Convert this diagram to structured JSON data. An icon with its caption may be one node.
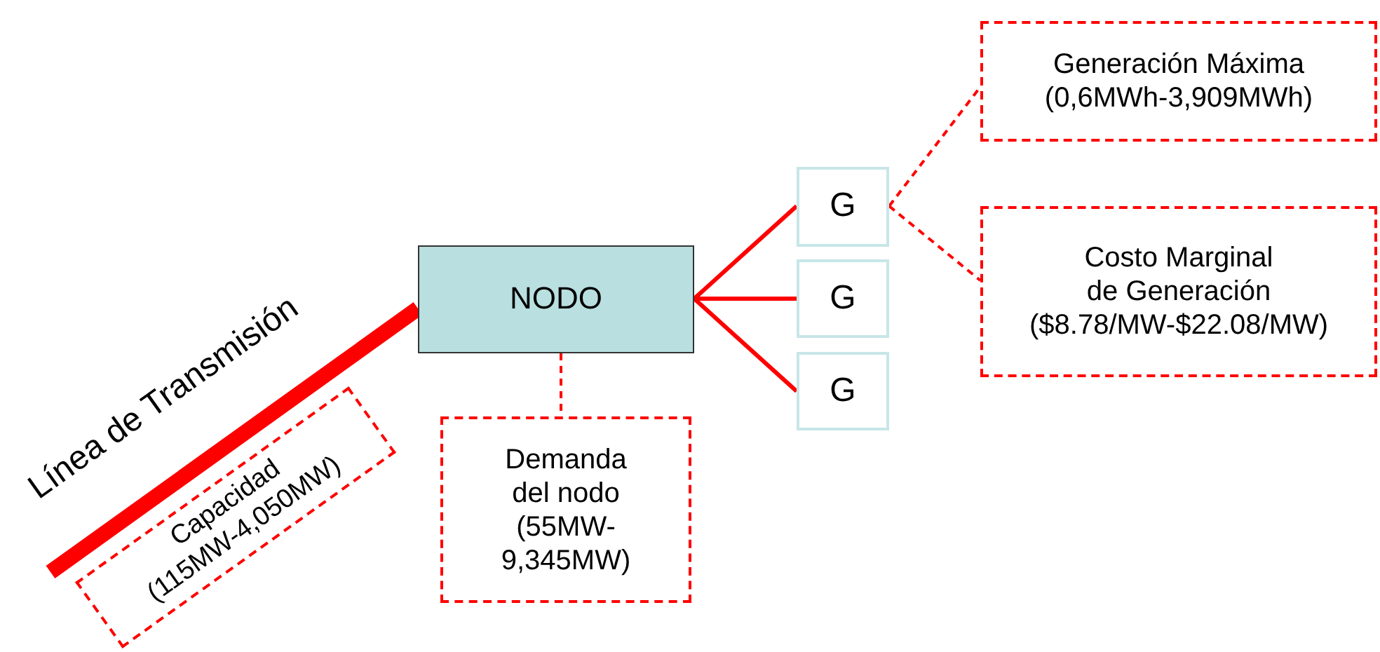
{
  "diagram": {
    "nodes": [
      {
        "text": [
          "NODO"
        ]
      },
      {
        "text": [
          "G"
        ]
      },
      {
        "text": [
          "G"
        ]
      },
      {
        "text": [
          "G"
        ]
      },
      {
        "text": [
          "Generación Máxima (0,6MWh-3,909MWh)"
        ]
      },
      {
        "text": [
          "Costo Marginal de Generación ($8.78/MW-$22.08/MW)"
        ]
      },
      {
        "text": [
          "Demanda del nodo (55MW- 9,345MW)"
        ]
      },
      {
        "text": [
          "Capacidad (115MW-4,050MW)"
        ]
      }
    ],
    "edges": [
      {
        "from": 0,
        "to": 1,
        "arrow": "none"
      },
      {
        "from": 0,
        "to": 2,
        "arrow": "none"
      },
      {
        "from": 0,
        "to": 3,
        "arrow": "none"
      },
      {
        "from": 1,
        "to": 4,
        "arrow": "none",
        "style": "dashed"
      },
      {
        "from": 1,
        "to": 5,
        "arrow": "none",
        "style": "dashed"
      },
      {
        "from": 0,
        "to": 6,
        "arrow": "none",
        "style": "dashed"
      },
      {
        "from": null,
        "to": 0,
        "arrow": "none",
        "style": "thick",
        "label": "Línea de Transmisión"
      }
    ]
  }
}
